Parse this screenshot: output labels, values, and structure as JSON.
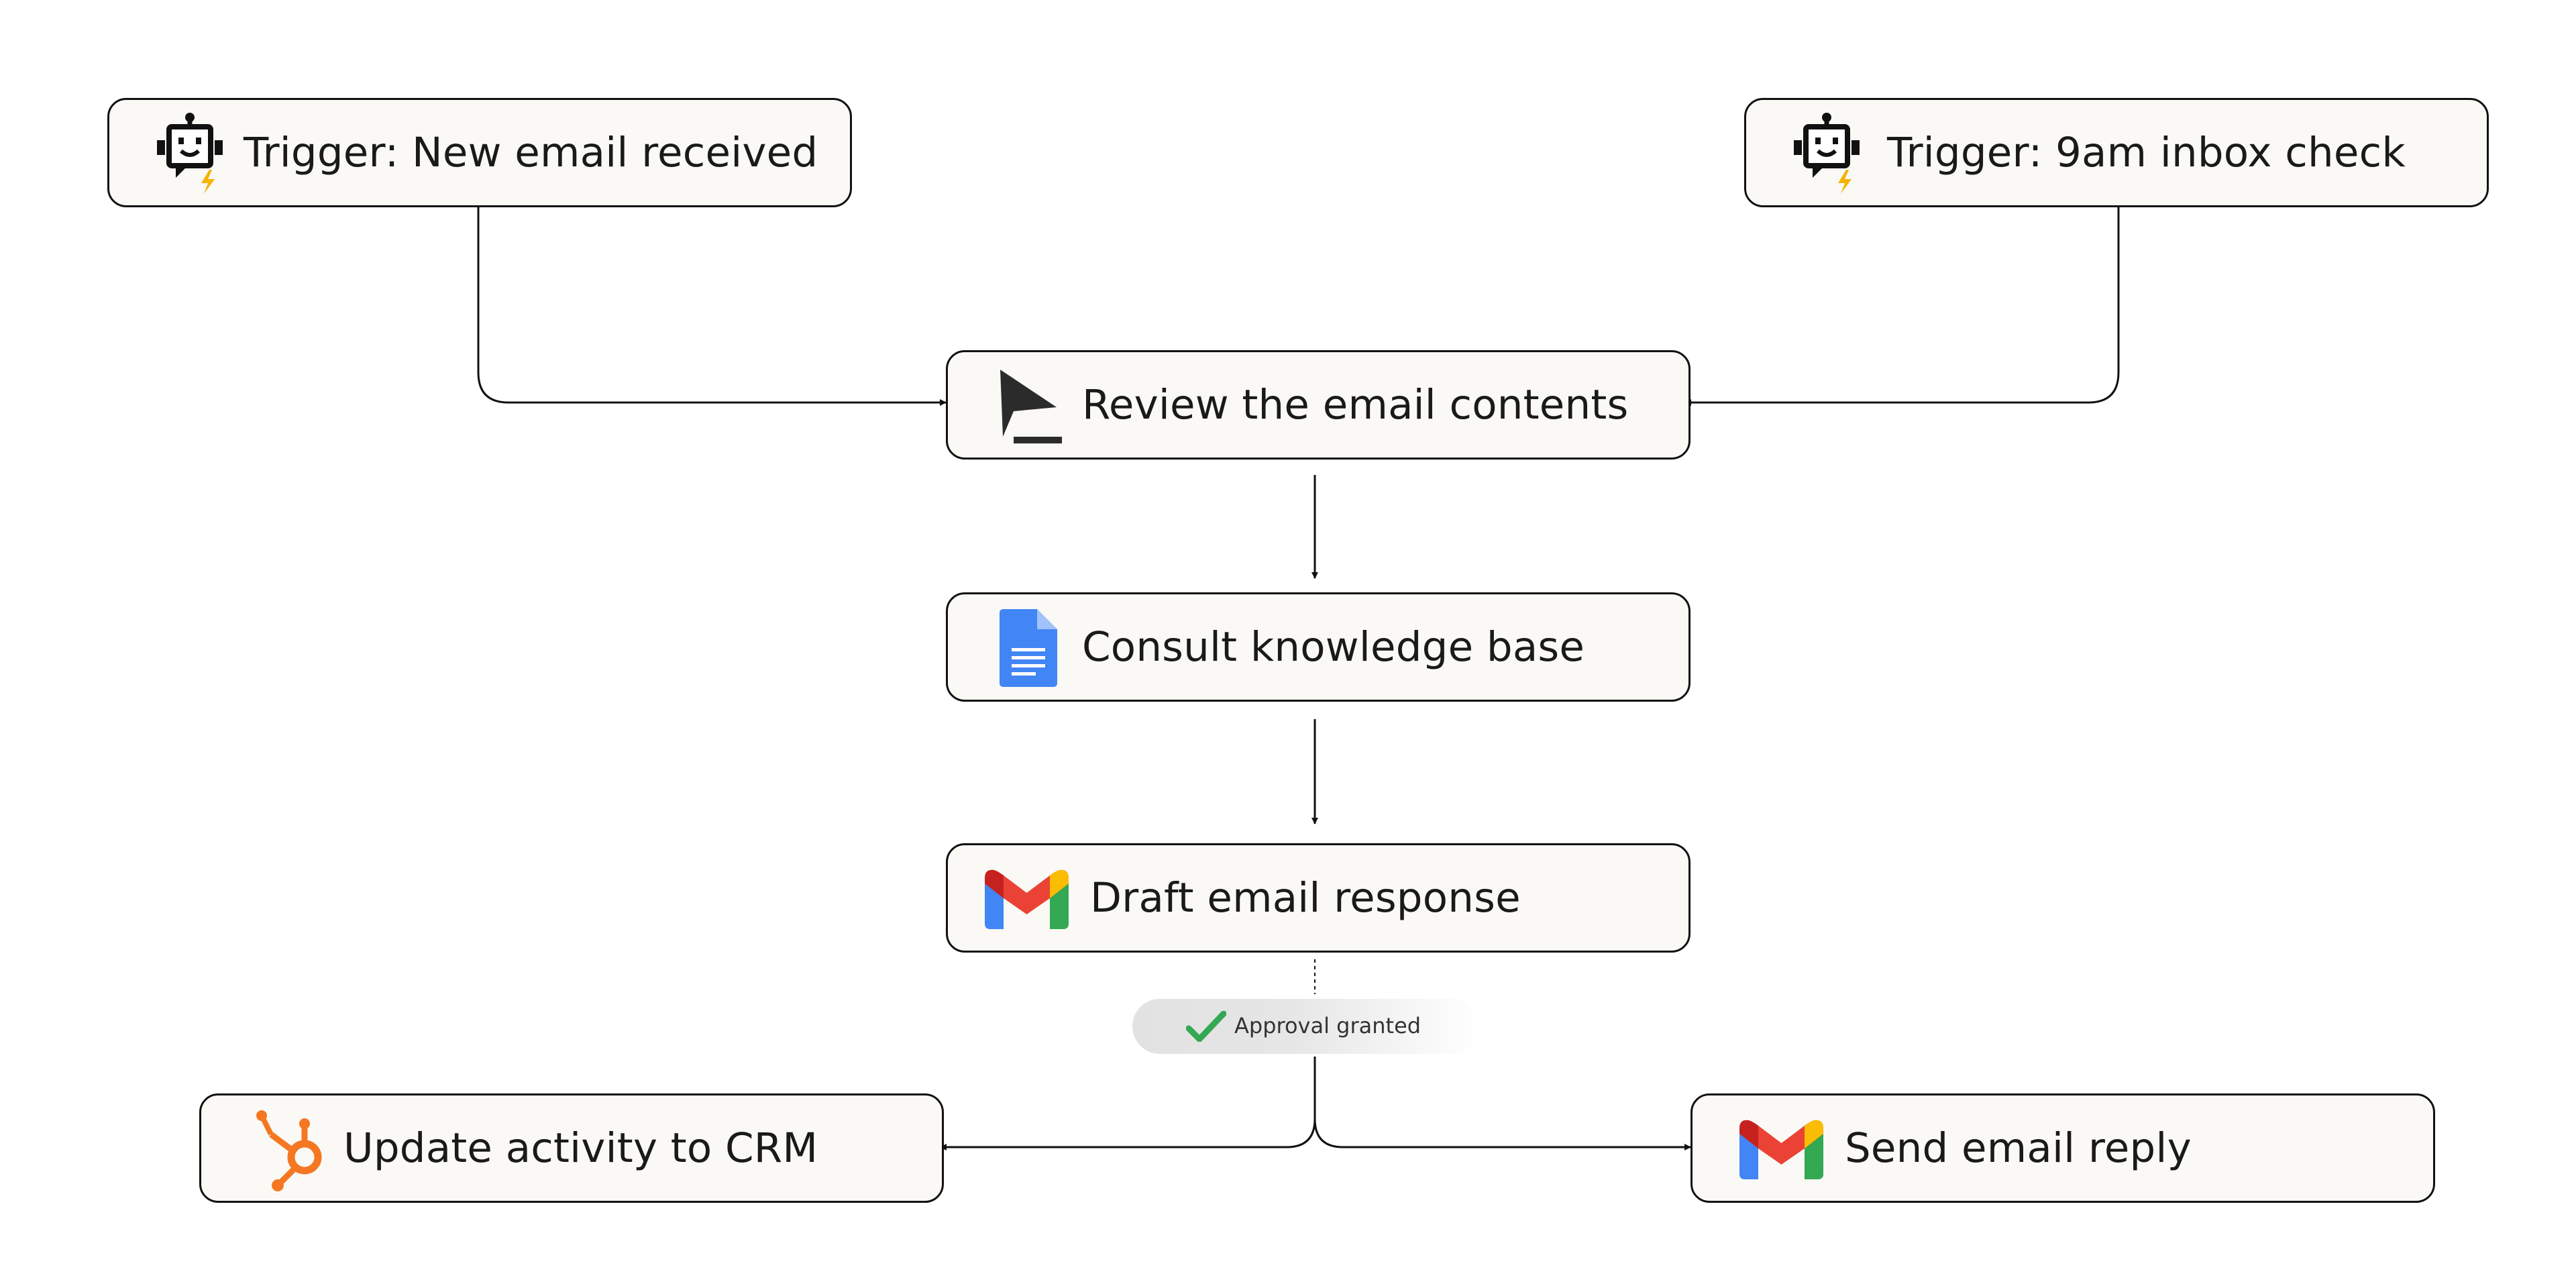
{
  "nodes": {
    "trigger_email": {
      "label": "Trigger: New email received",
      "icon": "robot-trigger-icon"
    },
    "trigger_schedule": {
      "label": "Trigger: 9am inbox check",
      "icon": "robot-trigger-icon"
    },
    "review": {
      "label": "Review the email contents",
      "icon": "agent-cursor-icon"
    },
    "consult": {
      "label": "Consult knowledge base",
      "icon": "google-docs-icon"
    },
    "draft": {
      "label": "Draft email response",
      "icon": "gmail-icon"
    },
    "crm": {
      "label": "Update activity to CRM",
      "icon": "hubspot-icon"
    },
    "send": {
      "label": "Send email reply",
      "icon": "gmail-icon"
    }
  },
  "approval": {
    "label": "Approval granted",
    "icon": "checkmark-icon"
  },
  "colors": {
    "node_fill": "#faf9f5",
    "node_border": "#111111",
    "bolt": "#f4b400",
    "docs_blue": "#4285f4",
    "hubspot_orange": "#f57722",
    "check_green": "#34a853"
  }
}
